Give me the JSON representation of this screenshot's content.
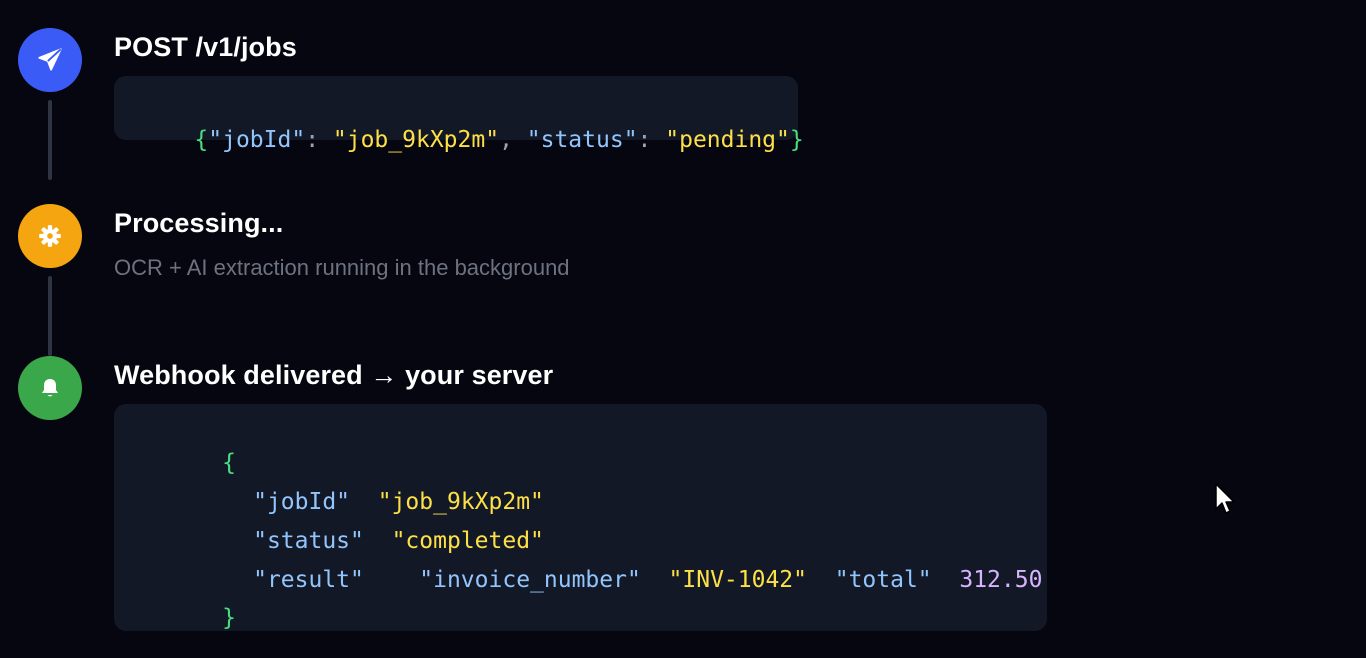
{
  "colors": {
    "background": "#05060f",
    "step1_accent": "#3b5bf6",
    "step2_accent": "#f5a50f",
    "step3_accent": "#3aa84a",
    "code_bg": "#121826",
    "json_brace": "#4ade80",
    "json_key": "#93c5fd",
    "json_string": "#fde047",
    "json_number": "#d8b4fe"
  },
  "steps": [
    {
      "icon": "send-icon",
      "title": "POST /v1/jobs",
      "response": {
        "open": "{",
        "key1": "\"jobId\"",
        "colon1": ": ",
        "val1": "\"job_9kXp2m\"",
        "comma": ", ",
        "key2": "\"status\"",
        "colon2": ": ",
        "val2": "\"pending\"",
        "close": "}"
      }
    },
    {
      "icon": "gear-icon",
      "title": "Processing...",
      "subtitle": "OCR + AI extraction running in the background"
    },
    {
      "icon": "bell-icon",
      "title": "Webhook delivered → your server",
      "payload": {
        "open": "{",
        "job_id_key": "\"jobId\"",
        "job_id_value": "\"job_9kXp2m\"",
        "status_key": "\"status\"",
        "status_value": "\"completed\"",
        "result_key": "\"result\"",
        "invoice_key": "\"invoice_number\"",
        "invoice_value": "\"INV-1042\"",
        "total_key": "\"total\"",
        "total_value": "312.50",
        "close": "}"
      }
    }
  ]
}
